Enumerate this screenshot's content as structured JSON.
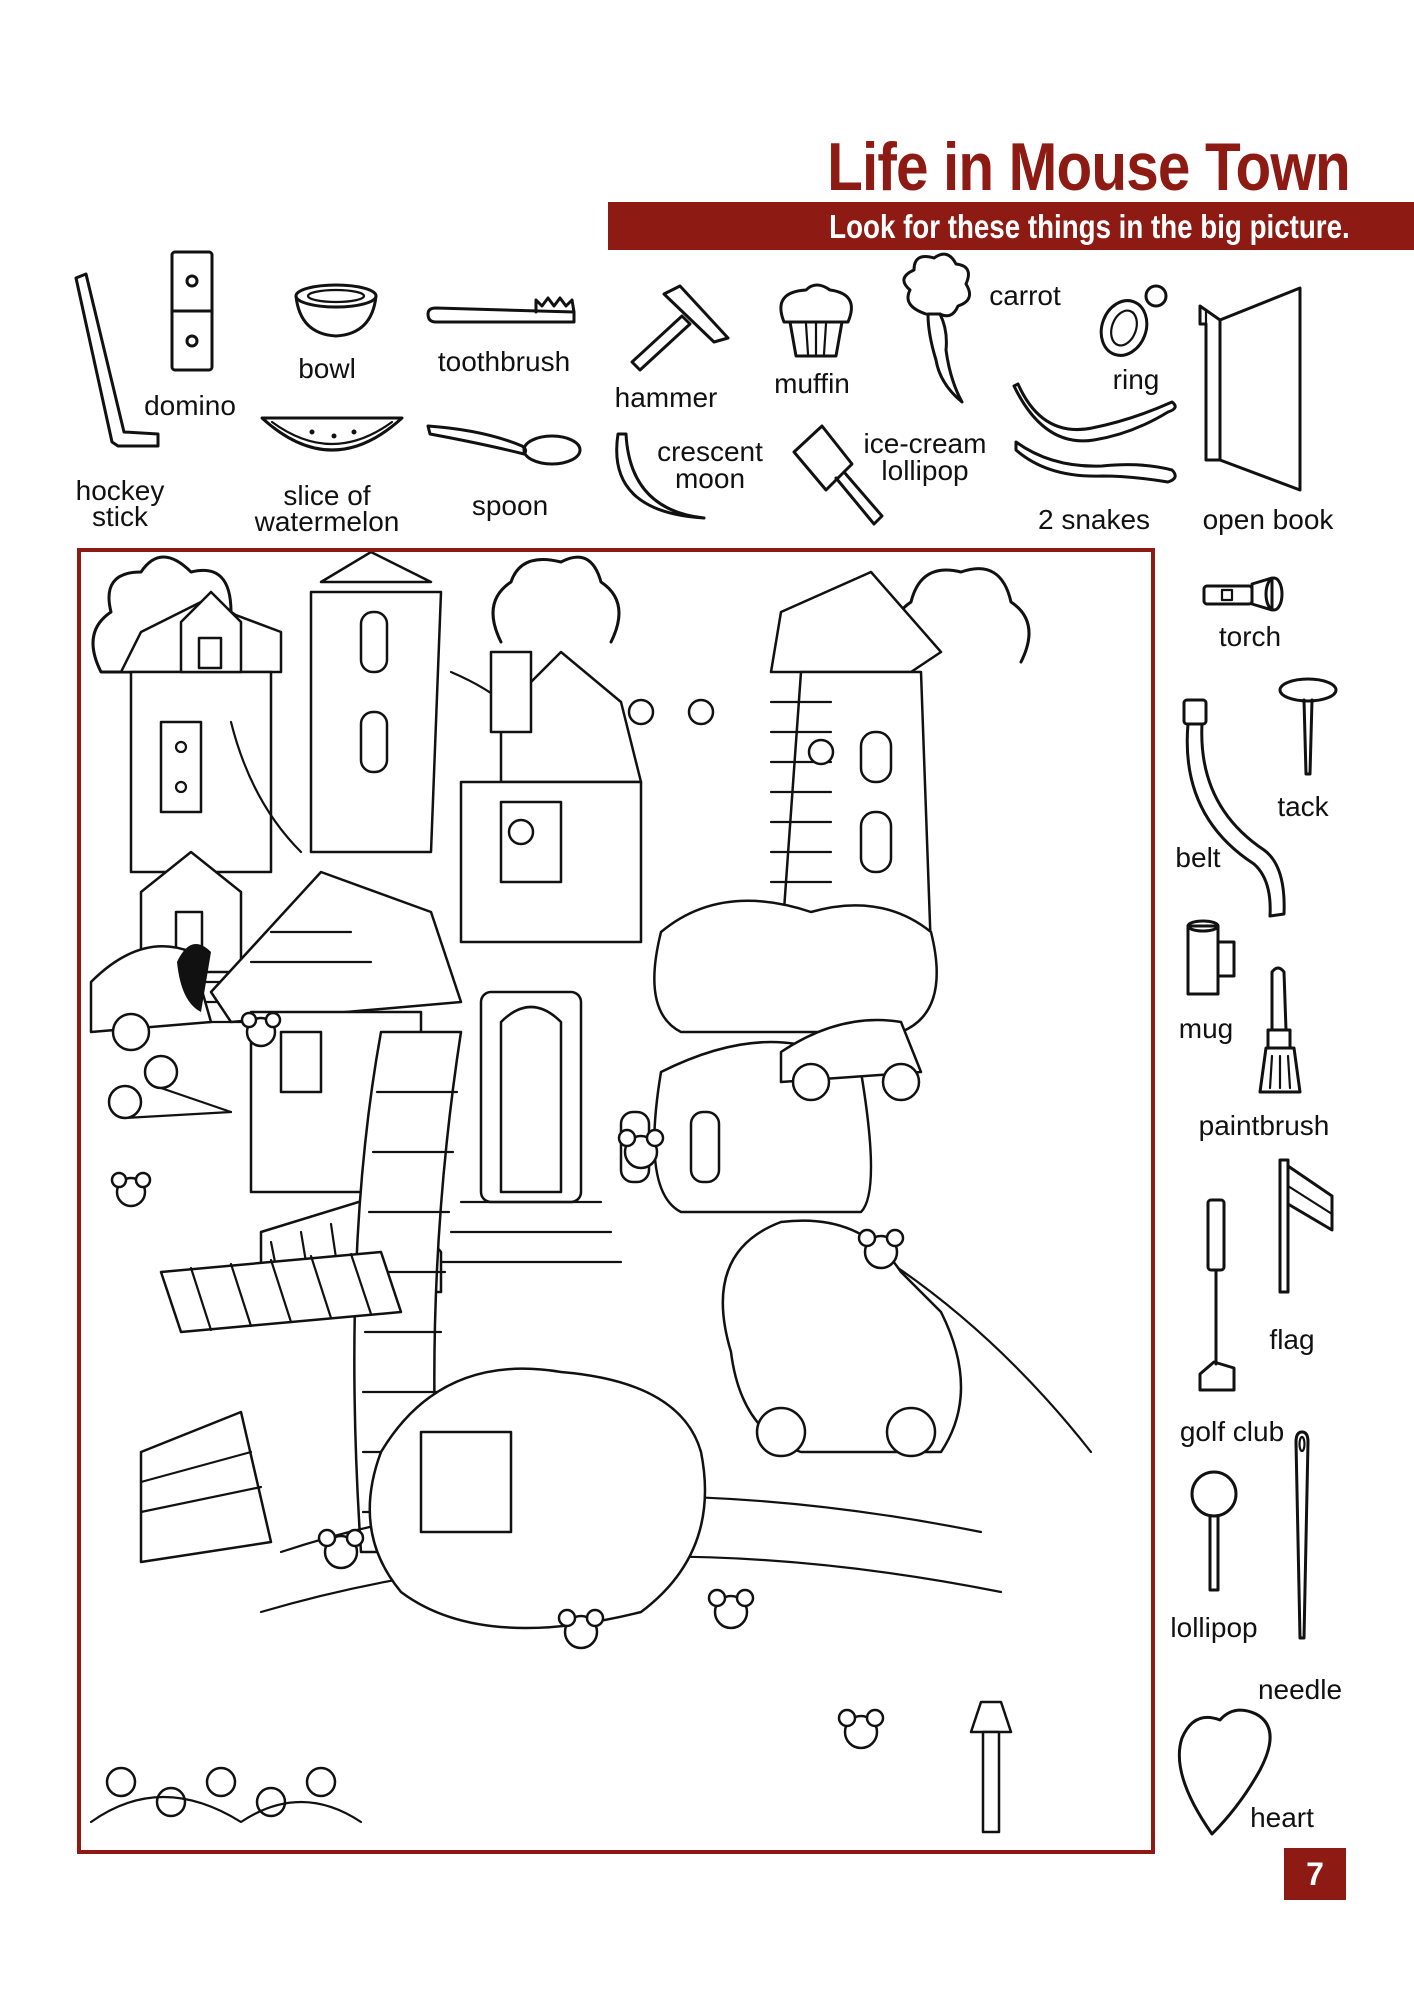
{
  "header": {
    "title": "Life in Mouse Town",
    "instruction": "Look for these things in the big picture."
  },
  "items": [
    {
      "label": "hockey\nstick",
      "icon": "hockey-stick-icon"
    },
    {
      "label": "domino",
      "icon": "domino-icon"
    },
    {
      "label": "bowl",
      "icon": "bowl-icon"
    },
    {
      "label": "slice of\nwatermelon",
      "icon": "watermelon-slice-icon"
    },
    {
      "label": "toothbrush",
      "icon": "toothbrush-icon"
    },
    {
      "label": "spoon",
      "icon": "spoon-icon"
    },
    {
      "label": "hammer",
      "icon": "hammer-icon"
    },
    {
      "label": "crescent\nmoon",
      "icon": "crescent-moon-icon"
    },
    {
      "label": "muffin",
      "icon": "muffin-icon"
    },
    {
      "label": "ice-cream\nlollipop",
      "icon": "ice-cream-lollipop-icon"
    },
    {
      "label": "carrot",
      "icon": "carrot-icon"
    },
    {
      "label": "ring",
      "icon": "ring-icon"
    },
    {
      "label": "2 snakes",
      "icon": "snakes-icon"
    },
    {
      "label": "open book",
      "icon": "open-book-icon"
    },
    {
      "label": "torch",
      "icon": "torch-icon"
    },
    {
      "label": "tack",
      "icon": "tack-icon"
    },
    {
      "label": "belt",
      "icon": "belt-icon"
    },
    {
      "label": "mug",
      "icon": "mug-icon"
    },
    {
      "label": "paintbrush",
      "icon": "paintbrush-icon"
    },
    {
      "label": "flag",
      "icon": "flag-icon"
    },
    {
      "label": "golf club",
      "icon": "golf-club-icon"
    },
    {
      "label": "lollipop",
      "icon": "lollipop-icon"
    },
    {
      "label": "needle",
      "icon": "needle-icon"
    },
    {
      "label": "heart",
      "icon": "heart-icon"
    }
  ],
  "scene": {
    "icon": "mouse-town-scene-illustration"
  },
  "page_number": "7",
  "colors": {
    "accent": "#8e1b13",
    "ink": "#111111",
    "paper": "#ffffff"
  }
}
